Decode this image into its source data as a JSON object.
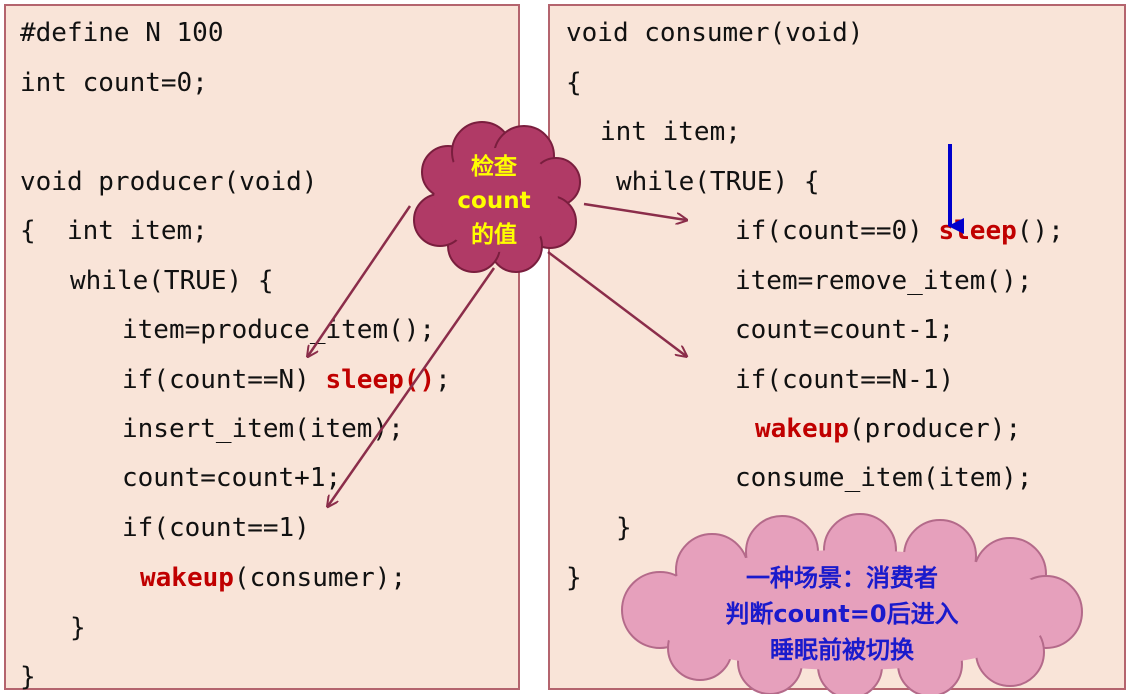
{
  "producer": {
    "define_line": "#define N 100",
    "count_decl": "int count=0;",
    "signature": "void producer(void)",
    "open_and_decl": "{  int item;",
    "while_line": "while(TRUE) {",
    "produce_line": "item=produce_item();",
    "if_full_prefix": "if(count==N) ",
    "sleep_call": "sleep()",
    "semicolon": ";",
    "insert_line": "insert_item(item);",
    "count_inc": "count=count+1;",
    "if_one": "if(count==1)",
    "wakeup_kw": "wakeup",
    "wakeup_arg": "(consumer);",
    "close_while": "}",
    "close_func": "}"
  },
  "consumer": {
    "signature": "void consumer(void)",
    "open_brace": "{",
    "item_decl": "int item;",
    "while_line": "while(TRUE) {",
    "if_empty_prefix": "if(count==0) ",
    "sleep_kw": "sleep",
    "sleep_tail": "();",
    "remove_line": "item=remove_item();",
    "count_dec": "count=count-1;",
    "if_n_minus_1": "if(count==N-1)",
    "wakeup_kw": "wakeup",
    "wakeup_arg": "(producer);",
    "consume_line": "consume_item(item);",
    "close_while": "}",
    "close_func": "}"
  },
  "check_bubble": {
    "line1": "检查",
    "line2": "count",
    "line3": "的值"
  },
  "scenario_bubble": {
    "line1": "一种场景：消费者",
    "line2": "判断count=0后进入",
    "line3": "睡眠前被切换"
  },
  "colors": {
    "panel_bg": "#f9e4d8",
    "panel_border": "#b4646e",
    "keyword": "#c00000",
    "check_bubble_fill": "#b03a66",
    "check_bubble_text": "#ffff00",
    "scenario_bubble_fill": "#e6a0bc",
    "scenario_bubble_text": "#1a1acc",
    "arrow": "#8b2d4a",
    "switch_arrow": "#0000cc"
  }
}
